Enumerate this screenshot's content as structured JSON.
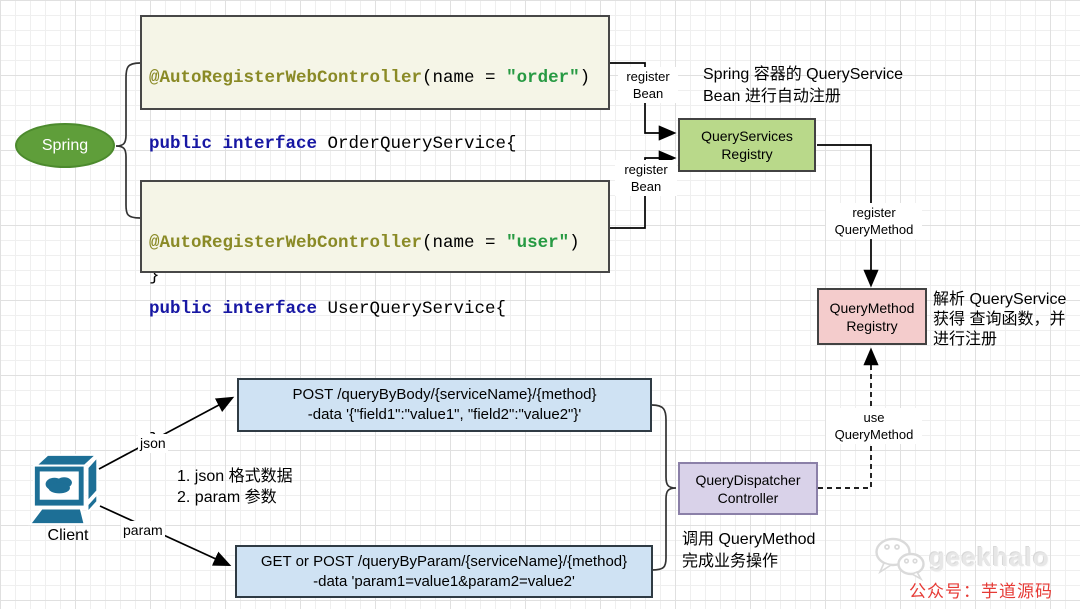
{
  "nodes": {
    "spring": {
      "label": "Spring",
      "fill": "#5f9e3a"
    },
    "code_order": {
      "annotation": "@AutoRegisterWebController",
      "args_prefix": "(name = ",
      "name_value": "\"order\"",
      "args_suffix": ")",
      "keyword": "public interface",
      "type_name": " OrderQueryService{",
      "closing_brace": "}"
    },
    "code_user": {
      "annotation": "@AutoRegisterWebController",
      "args_prefix": "(name = ",
      "name_value": "\"user\"",
      "args_suffix": ")",
      "keyword": "public interface",
      "type_name": " UserQueryService{",
      "closing_brace": "}"
    },
    "queryservices_registry": {
      "line1": "QueryServices",
      "line2": "Registry",
      "fill": "#b9d98a"
    },
    "querymethod_registry": {
      "line1": "QueryMethod",
      "line2": "Registry",
      "fill": "#f4cccc"
    },
    "querydispatcher_controller": {
      "line1": "QueryDispatcher",
      "line2": "Controller",
      "fill": "#d9d2e9"
    },
    "endpoint_body": {
      "line1": "POST /queryByBody/{serviceName}/{method}",
      "line2": "-data '{\"field1\":\"value1\", \"field2\":\"value2\"}'",
      "fill": "#cfe2f3"
    },
    "endpoint_param": {
      "line1": "GET or POST /queryByParam/{serviceName}/{method}",
      "line2": "-data 'param1=value1&param2=value2'",
      "fill": "#cfe2f3"
    },
    "client": {
      "label": "Client"
    }
  },
  "edge_labels": {
    "register_bean_top": {
      "line1": "register",
      "line2": "Bean"
    },
    "register_bean_bottom": {
      "line1": "register",
      "line2": "Bean"
    },
    "register_querymethod": {
      "line1": "register",
      "line2": "QueryMethod"
    },
    "use_querymethod": {
      "line1": "use",
      "line2": "QueryMethod"
    },
    "json": "json",
    "param": "param"
  },
  "annotations": {
    "spring_registry": {
      "line1": "Spring 容器的 QueryService",
      "line2": "Bean 进行自动注册"
    },
    "parse_note": {
      "line1": "解析 QueryService",
      "line2": "获得 查询函数，并",
      "line3": "进行注册"
    },
    "invoke_note": {
      "line1": "调用 QueryMethod",
      "line2": "完成业务操作"
    },
    "client_note": {
      "line1": "1. json 格式数据",
      "line2": "2. param 参数"
    }
  },
  "watermark": {
    "brand": "geekhalo",
    "caption": "公众号：芋道源码"
  },
  "colors": {
    "spring_green": "#5f9e3a",
    "registry_green": "#b9d98a",
    "registry_pink": "#f4cccc",
    "controller_purple": "#d9d2e9",
    "endpoint_blue": "#cfe2f3",
    "code_bg": "#f5f5e7",
    "annotation_olive": "#8a8a26",
    "keyword_navy": "#1717a3",
    "string_green": "#279a43",
    "client_teal": "#1d6f96",
    "caption_red": "#e63a35"
  }
}
